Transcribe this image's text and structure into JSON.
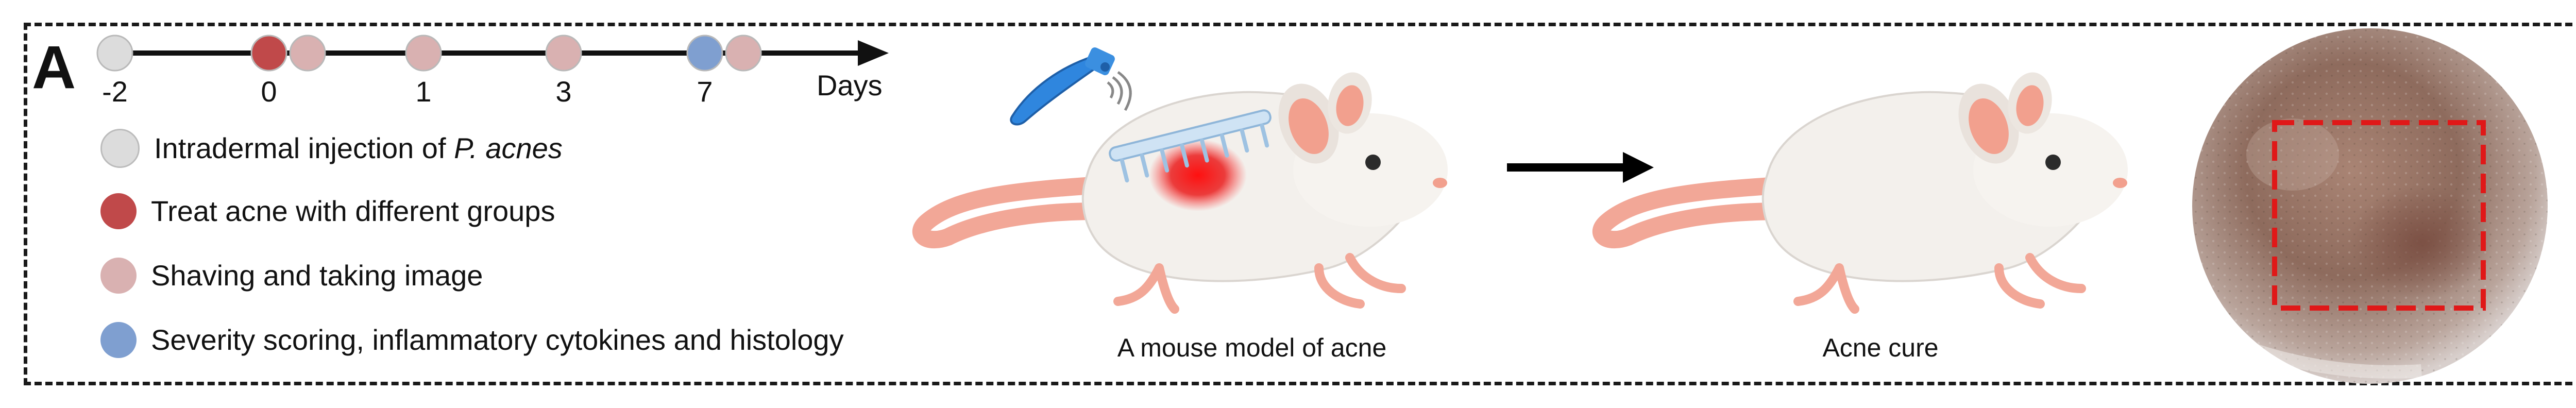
{
  "figure": {
    "panel_label": "A",
    "timeline": {
      "ticks": [
        "-2",
        "0",
        "1",
        "3",
        "7"
      ],
      "unit_label": "Days",
      "events": [
        {
          "day": -2,
          "kind": "injection"
        },
        {
          "day": 0,
          "kind": "treat"
        },
        {
          "day": 0,
          "kind": "shave"
        },
        {
          "day": 1,
          "kind": "shave"
        },
        {
          "day": 3,
          "kind": "shave"
        },
        {
          "day": 7,
          "kind": "score"
        },
        {
          "day": 7,
          "kind": "shave"
        }
      ]
    },
    "legend": [
      {
        "kind": "injection",
        "text": "Intradermal injection of ",
        "italic": "P. acnes",
        "color": "#dcdcdc"
      },
      {
        "kind": "treat",
        "text": "Treat acne with different groups",
        "italic": "",
        "color": "#c0494a"
      },
      {
        "kind": "shave",
        "text": "Shaving and taking image",
        "italic": "",
        "color": "#d9b1b1"
      },
      {
        "kind": "score",
        "text": "Severity scoring, inflammatory cytokines and histology",
        "italic": "",
        "color": "#7f9fd0"
      }
    ],
    "captions": {
      "model": "A mouse model of acne",
      "cure": "Acne cure"
    },
    "icons": [
      "mouse-with-microneedle-patch",
      "applicator-icon",
      "arrow-right-icon",
      "healthy-mouse",
      "skin-photo"
    ]
  }
}
